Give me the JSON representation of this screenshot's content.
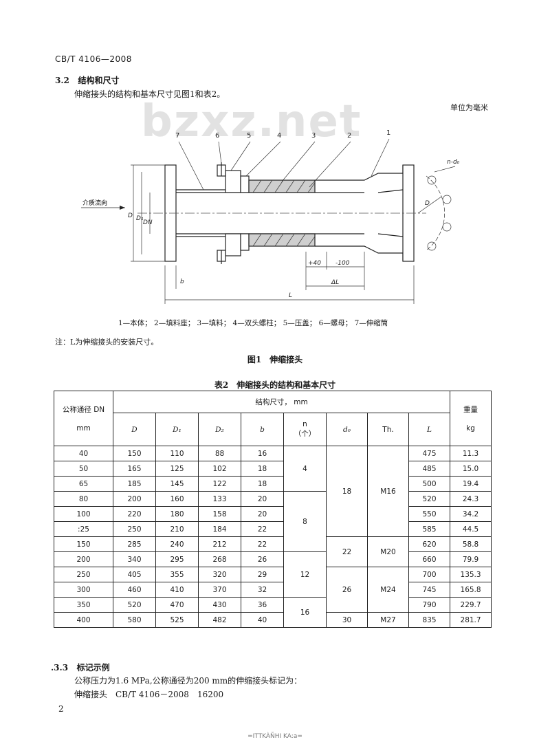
{
  "doc": {
    "standard_no": "CB/T 4106—2008",
    "page_number": "2",
    "footer": "=ITTKÀÑHI KA:a="
  },
  "watermark": "bzxz.net",
  "section_32": {
    "number": "3.2",
    "title": "结构和尺寸",
    "text": "伸缩接头的结构和基本尺寸见图1和表2。"
  },
  "unit_note": "单位为毫米",
  "figure": {
    "callouts": [
      "7",
      "6",
      "5",
      "4",
      "3",
      "2",
      "1"
    ],
    "flow_label": "介质流向",
    "dim_labels": {
      "D": "D",
      "D1": "D₁",
      "DN": "DN",
      "b": "b",
      "L": "L",
      "dL": "ΔL",
      "plus40": "+40",
      "minus100": "-100",
      "nd0": "n-d₀",
      "D_right": "D"
    },
    "legend": "1—本体； 2—填料座； 3—填料； 4—双头螺柱； 5—压盖； 6—螺母； 7—伸缩筒",
    "note": "注：L为伸缩接头的安装尺寸。",
    "caption": "图1　伸缩接头"
  },
  "table": {
    "caption": "表2　伸缩接头的结构和基本尺寸",
    "headers": {
      "dn": "公称通径 DN",
      "dn_unit": "mm",
      "struct": "结构尺寸， mm",
      "D": "D",
      "D1": "D₁",
      "D2": "D₂",
      "b": "b",
      "n": "n",
      "n_unit": "（个）",
      "d0": "d₀",
      "th": "Th.",
      "L": "L",
      "mass": "重量",
      "mass_unit": "kg"
    },
    "rows": [
      {
        "dn": "40",
        "D": "150",
        "D1": "110",
        "D2": "88",
        "b": "16",
        "L": "475",
        "kg": "11.3"
      },
      {
        "dn": "50",
        "D": "165",
        "D1": "125",
        "D2": "102",
        "b": "18",
        "L": "485",
        "kg": "15.0"
      },
      {
        "dn": "65",
        "D": "185",
        "D1": "145",
        "D2": "122",
        "b": "18",
        "L": "500",
        "kg": "19.4"
      },
      {
        "dn": "80",
        "D": "200",
        "D1": "160",
        "D2": "133",
        "b": "20",
        "L": "520",
        "kg": "24.3"
      },
      {
        "dn": "100",
        "D": "220",
        "D1": "180",
        "D2": "158",
        "b": "20",
        "L": "550",
        "kg": "34.2"
      },
      {
        "dn": ":25",
        "D": "250",
        "D1": "210",
        "D2": "184",
        "b": "22",
        "L": "585",
        "kg": "44.5"
      },
      {
        "dn": "150",
        "D": "285",
        "D1": "240",
        "D2": "212",
        "b": "22",
        "L": "620",
        "kg": "58.8"
      },
      {
        "dn": "200",
        "D": "340",
        "D1": "295",
        "D2": "268",
        "b": "26",
        "L": "660",
        "kg": "79.9"
      },
      {
        "dn": "250",
        "D": "405",
        "D1": "355",
        "D2": "320",
        "b": "29",
        "L": "700",
        "kg": "135.3"
      },
      {
        "dn": "300",
        "D": "460",
        "D1": "410",
        "D2": "370",
        "b": "32",
        "L": "745",
        "kg": "165.8"
      },
      {
        "dn": "350",
        "D": "520",
        "D1": "470",
        "D2": "430",
        "b": "36",
        "L": "790",
        "kg": "229.7"
      },
      {
        "dn": "400",
        "D": "580",
        "D1": "525",
        "D2": "482",
        "b": "40",
        "L": "835",
        "kg": "281.7"
      }
    ],
    "merged": {
      "n": [
        "4",
        "8",
        "12",
        "16"
      ],
      "d0": [
        "18",
        "22",
        "26",
        "30"
      ],
      "th": [
        "M16",
        "M20",
        "M24",
        "M27"
      ]
    }
  },
  "section_33": {
    "number": ".3.3",
    "title": "标记示例",
    "line1": "公称压力为1.6 MPa,公称通径为200 mm的伸缩接头标记为：",
    "line2": "伸缩接头　CB/T 4106－2008　16200"
  }
}
